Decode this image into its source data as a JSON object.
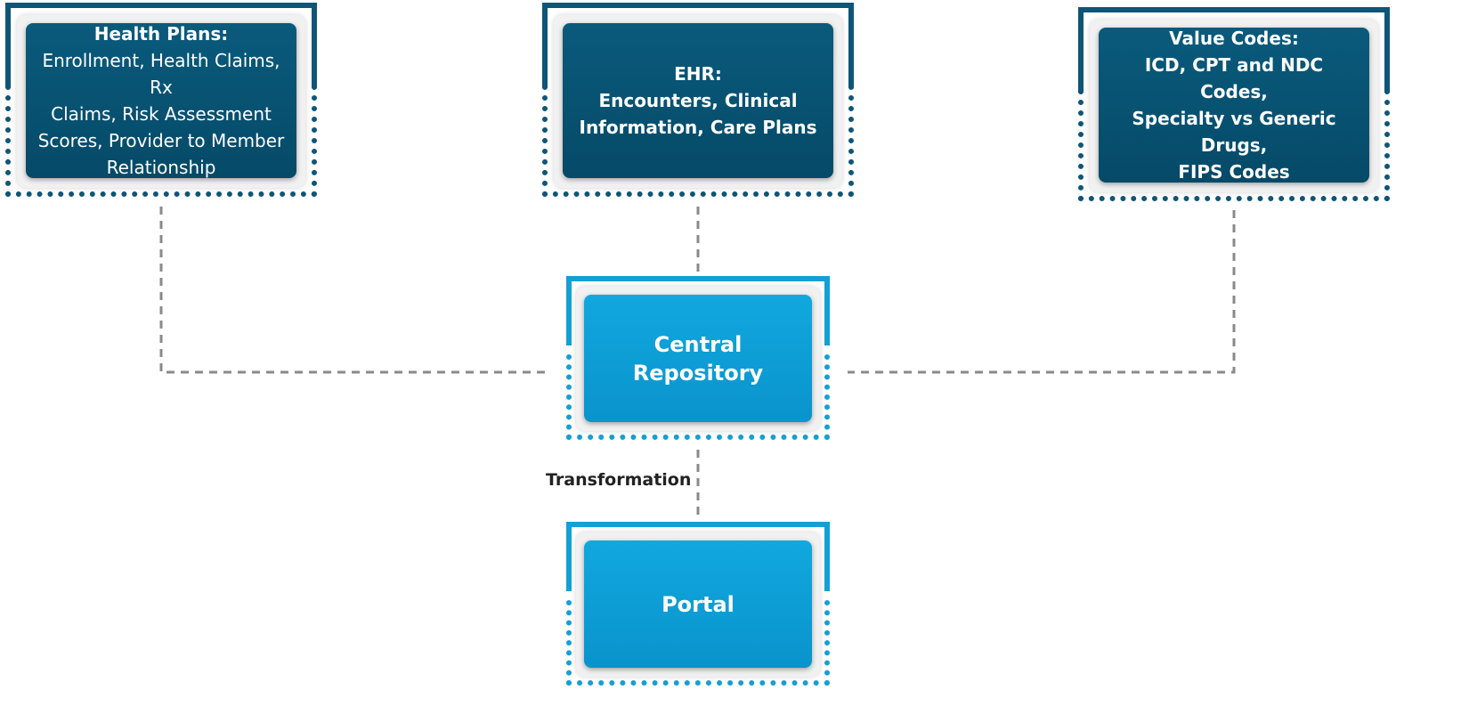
{
  "nodes": {
    "health_plans": {
      "title": "Health Plans:",
      "body_lines": [
        "Enrollment, Health Claims, Rx",
        "Claims, Risk Assessment",
        "Scores, Provider to Member",
        "Relationship"
      ]
    },
    "ehr": {
      "title": "EHR:",
      "body_lines": [
        "Encounters, Clinical",
        "Information, Care Plans"
      ]
    },
    "value_codes": {
      "title": "Value Codes:",
      "body_lines": [
        "ICD, CPT and NDC Codes,",
        "Specialty vs Generic Drugs,",
        "FIPS Codes"
      ]
    },
    "central_repository": {
      "title_lines": [
        "Central",
        "Repository"
      ]
    },
    "portal": {
      "title": "Portal"
    }
  },
  "edges": [
    {
      "from": "health_plans",
      "to": "central_repository",
      "label": ""
    },
    {
      "from": "ehr",
      "to": "central_repository",
      "label": ""
    },
    {
      "from": "value_codes",
      "to": "central_repository",
      "label": ""
    },
    {
      "from": "central_repository",
      "to": "portal",
      "label": "Transformation"
    }
  ],
  "colors": {
    "dark_box": "#064a68",
    "light_box": "#0a93cc",
    "connector": "#8a8a8a"
  }
}
